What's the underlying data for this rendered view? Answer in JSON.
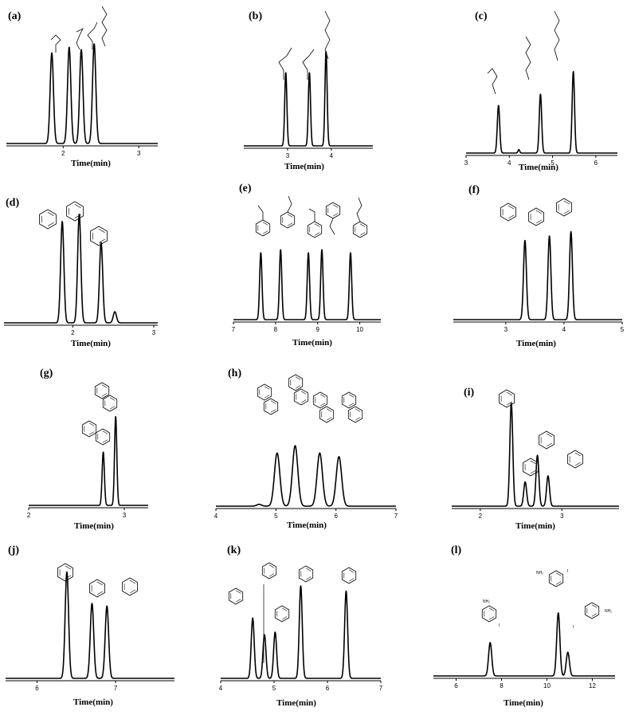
{
  "chart_data": [
    {
      "id": "a",
      "type": "line",
      "panel_label": "(a)",
      "xlabel": "Time(min)",
      "xlim": [
        1.25,
        3.25
      ],
      "ylim": [
        0,
        1
      ],
      "xticks": [
        {
          "v": 2,
          "label": "2"
        },
        {
          "v": 3,
          "label": "3"
        }
      ],
      "peaks": [
        {
          "t": 1.85,
          "h": 0.8,
          "w": 0.022
        },
        {
          "t": 2.08,
          "h": 0.85,
          "w": 0.022
        },
        {
          "t": 2.24,
          "h": 0.83,
          "w": 0.022
        },
        {
          "t": 2.41,
          "h": 0.88,
          "w": 0.022
        }
      ],
      "annotations": []
    },
    {
      "id": "b",
      "type": "line",
      "panel_label": "(b)",
      "xlabel": "Time(min)",
      "xlim": [
        2.0,
        4.95
      ],
      "ylim": [
        0,
        1
      ],
      "xticks": [
        {
          "v": 3,
          "label": "3"
        },
        {
          "v": 4,
          "label": "4"
        }
      ],
      "peaks": [
        {
          "t": 2.96,
          "h": 0.62,
          "w": 0.025
        },
        {
          "t": 3.5,
          "h": 0.62,
          "w": 0.025
        },
        {
          "t": 3.88,
          "h": 0.8,
          "w": 0.025
        }
      ],
      "annotations": []
    },
    {
      "id": "c",
      "type": "line",
      "panel_label": "(c)",
      "xlabel": "Time(min)",
      "xlim": [
        3.0,
        6.5
      ],
      "ylim": [
        0,
        1
      ],
      "xticks": [
        {
          "v": 3,
          "label": "3"
        },
        {
          "v": 4,
          "label": "4"
        },
        {
          "v": 5,
          "label": "5"
        },
        {
          "v": 6,
          "label": "6"
        }
      ],
      "peaks": [
        {
          "t": 3.75,
          "h": 0.42,
          "w": 0.028
        },
        {
          "t": 4.22,
          "h": 0.03,
          "w": 0.02
        },
        {
          "t": 4.72,
          "h": 0.52,
          "w": 0.028
        },
        {
          "t": 5.48,
          "h": 0.72,
          "w": 0.028
        }
      ],
      "annotations": []
    },
    {
      "id": "d",
      "type": "line",
      "panel_label": "(d)",
      "xlabel": "Time(min)",
      "xlim": [
        1.15,
        3.05
      ],
      "ylim": [
        0,
        1
      ],
      "xticks": [
        {
          "v": 2,
          "label": "2"
        },
        {
          "v": 3,
          "label": "3"
        }
      ],
      "peaks": [
        {
          "t": 1.87,
          "h": 0.82,
          "w": 0.02
        },
        {
          "t": 2.08,
          "h": 0.88,
          "w": 0.02
        },
        {
          "t": 2.35,
          "h": 0.65,
          "w": 0.02
        },
        {
          "t": 2.52,
          "h": 0.09,
          "w": 0.02
        }
      ],
      "annotations": []
    },
    {
      "id": "e",
      "type": "line",
      "panel_label": "(e)",
      "xlabel": "Time(min)",
      "xlim": [
        7.0,
        10.5
      ],
      "ylim": [
        0,
        1
      ],
      "xticks": [
        {
          "v": 7,
          "label": "7"
        },
        {
          "v": 8,
          "label": "8"
        },
        {
          "v": 9,
          "label": "9"
        },
        {
          "v": 10,
          "label": "10"
        }
      ],
      "peaks": [
        {
          "t": 7.65,
          "h": 0.65,
          "w": 0.028
        },
        {
          "t": 8.12,
          "h": 0.68,
          "w": 0.028
        },
        {
          "t": 8.78,
          "h": 0.65,
          "w": 0.028
        },
        {
          "t": 9.1,
          "h": 0.68,
          "w": 0.028
        },
        {
          "t": 9.78,
          "h": 0.65,
          "w": 0.028
        }
      ],
      "annotations": []
    },
    {
      "id": "f",
      "type": "line",
      "panel_label": "(f)",
      "xlabel": "Time(min)",
      "xlim": [
        2.1,
        5.0
      ],
      "ylim": [
        0,
        1
      ],
      "xticks": [
        {
          "v": 3,
          "label": "3"
        },
        {
          "v": 4,
          "label": "4"
        },
        {
          "v": 5,
          "label": "5"
        }
      ],
      "peaks": [
        {
          "t": 3.33,
          "h": 0.72,
          "w": 0.025
        },
        {
          "t": 3.75,
          "h": 0.76,
          "w": 0.025
        },
        {
          "t": 4.12,
          "h": 0.8,
          "w": 0.025
        }
      ],
      "annotations": []
    },
    {
      "id": "g",
      "type": "line",
      "panel_label": "(g)",
      "xlabel": "Time(min)",
      "xlim": [
        2.0,
        3.25
      ],
      "ylim": [
        0,
        1
      ],
      "xticks": [
        {
          "v": 2,
          "label": "2"
        },
        {
          "v": 3,
          "label": "3"
        }
      ],
      "peaks": [
        {
          "t": 2.78,
          "h": 0.42,
          "w": 0.012
        },
        {
          "t": 2.91,
          "h": 0.7,
          "w": 0.012
        }
      ],
      "annotations": []
    },
    {
      "id": "h",
      "type": "line",
      "panel_label": "(h)",
      "xlabel": "Time(min)",
      "xlim": [
        4.0,
        7.0
      ],
      "ylim": [
        0,
        1
      ],
      "xticks": [
        {
          "v": 4,
          "label": "4"
        },
        {
          "v": 5,
          "label": "5"
        },
        {
          "v": 6,
          "label": "6"
        },
        {
          "v": 7,
          "label": "7"
        }
      ],
      "peaks": [
        {
          "t": 4.72,
          "h": 0.02,
          "w": 0.04
        },
        {
          "t": 5.02,
          "h": 0.58,
          "w": 0.045
        },
        {
          "t": 5.32,
          "h": 0.66,
          "w": 0.045
        },
        {
          "t": 5.73,
          "h": 0.58,
          "w": 0.045
        },
        {
          "t": 6.05,
          "h": 0.54,
          "w": 0.045
        }
      ],
      "annotations": []
    },
    {
      "id": "i",
      "type": "line",
      "panel_label": "(i)",
      "xlabel": "Time(min)",
      "xlim": [
        1.65,
        3.7
      ],
      "ylim": [
        0,
        1
      ],
      "xticks": [
        {
          "v": 2,
          "label": "2"
        },
        {
          "v": 3,
          "label": "3"
        }
      ],
      "peaks": [
        {
          "t": 2.38,
          "h": 0.85,
          "w": 0.018
        },
        {
          "t": 2.55,
          "h": 0.2,
          "w": 0.018
        },
        {
          "t": 2.7,
          "h": 0.42,
          "w": 0.018
        },
        {
          "t": 2.83,
          "h": 0.25,
          "w": 0.018
        }
      ],
      "annotations": []
    },
    {
      "id": "j",
      "type": "line",
      "panel_label": "(j)",
      "xlabel": "Time(min)",
      "xlim": [
        5.6,
        7.75
      ],
      "ylim": [
        0,
        1
      ],
      "xticks": [
        {
          "v": 6,
          "label": "6"
        },
        {
          "v": 7,
          "label": "7"
        }
      ],
      "peaks": [
        {
          "t": 6.38,
          "h": 0.78,
          "w": 0.022
        },
        {
          "t": 6.7,
          "h": 0.55,
          "w": 0.022
        },
        {
          "t": 6.89,
          "h": 0.53,
          "w": 0.022
        }
      ],
      "annotations": []
    },
    {
      "id": "k",
      "type": "line",
      "panel_label": "(k)",
      "xlabel": "Time(min)",
      "xlim": [
        4.0,
        7.0
      ],
      "ylim": [
        0,
        1
      ],
      "xticks": [
        {
          "v": 4,
          "label": "4"
        },
        {
          "v": 5,
          "label": "5"
        },
        {
          "v": 6,
          "label": "6"
        },
        {
          "v": 7,
          "label": "7"
        }
      ],
      "peaks": [
        {
          "t": 4.6,
          "h": 0.47,
          "w": 0.028
        },
        {
          "t": 4.82,
          "h": 0.34,
          "w": 0.028
        },
        {
          "t": 5.02,
          "h": 0.36,
          "w": 0.028
        },
        {
          "t": 5.5,
          "h": 0.72,
          "w": 0.028
        },
        {
          "t": 6.35,
          "h": 0.68,
          "w": 0.028
        }
      ],
      "annotations": []
    },
    {
      "id": "l",
      "type": "line",
      "panel_label": "(l)",
      "xlabel": "Time(min)",
      "xlim": [
        5.0,
        13.0
      ],
      "ylim": [
        0,
        1
      ],
      "xticks": [
        {
          "v": 6,
          "label": "6"
        },
        {
          "v": 8,
          "label": "8"
        },
        {
          "v": 10,
          "label": "10"
        },
        {
          "v": 12,
          "label": "12"
        }
      ],
      "peaks": [
        {
          "t": 7.5,
          "h": 0.45,
          "w": 0.07
        },
        {
          "t": 10.5,
          "h": 0.85,
          "w": 0.07
        },
        {
          "t": 10.92,
          "h": 0.32,
          "w": 0.07
        }
      ],
      "annotations": [
        {
          "text": "NH₂"
        },
        {
          "text": "I"
        },
        {
          "text": "NH₂"
        },
        {
          "text": "I"
        },
        {
          "text": "NH₂"
        },
        {
          "text": "I"
        }
      ]
    }
  ]
}
